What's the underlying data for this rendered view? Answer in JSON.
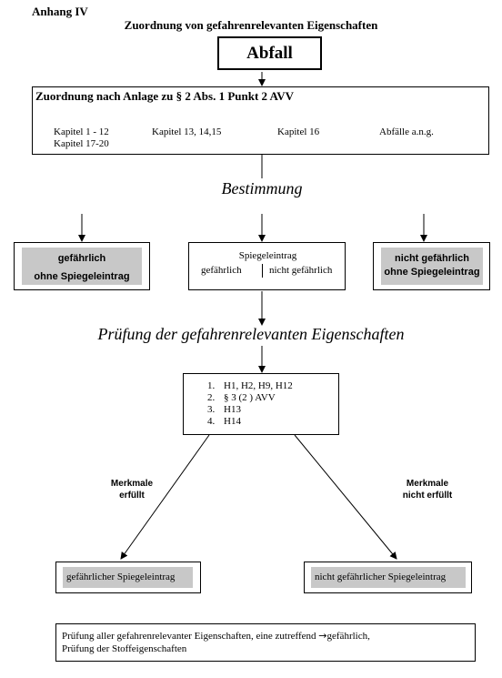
{
  "header": {
    "annex": "Anhang IV",
    "title": "Zuordnung von gefahrenrelevanten Eigenschaften"
  },
  "top_box": {
    "label": "Abfall"
  },
  "assignment_box": {
    "title": "Zuordnung nach Anlage zu § 2 Abs. 1 Punkt 2 AVV",
    "chapters": [
      "Kapitel 1 - 12",
      "Kapitel 13, 14,15",
      "Kapitel 16",
      "Abfälle a.n.g.",
      "Kapitel 17-20"
    ]
  },
  "determination_label": "Bestimmung",
  "left_box": {
    "line1": "gefährlich",
    "line2": "ohne Spiegeleintrag"
  },
  "middle_box": {
    "line1": "Spiegeleintrag",
    "left": "gefährlich",
    "right": "nicht gefährlich"
  },
  "right_box": {
    "line1": "nicht gefährlich",
    "line2": "ohne Spiegeleintrag"
  },
  "examination_label": "Prüfung der gefahrenrelevanten Eigenschaften",
  "criteria_box": {
    "items": [
      {
        "num": "1.",
        "text": "H1, H2, H9, H12"
      },
      {
        "num": "2.",
        "text": "§ 3 (2 ) AVV"
      },
      {
        "num": "3.",
        "text": "H13"
      },
      {
        "num": "4.",
        "text": "H14"
      }
    ]
  },
  "left_branch": {
    "line1": "Merkmale",
    "line2": "erfüllt"
  },
  "right_branch": {
    "line1": "Merkmale",
    "line2": "nicht erfüllt"
  },
  "result_left": "gefährlicher Spiegeleintrag",
  "result_right": "nicht gefährlicher Spiegeleintrag",
  "footnote": {
    "line1_before": "Prüfung aller gefahrenrelevanter Eigenschaften, eine zutreffend ",
    "arrow": "→",
    "line1_after": "gefährlich,",
    "line2": "Prüfung der Stoffeigenschaften"
  }
}
